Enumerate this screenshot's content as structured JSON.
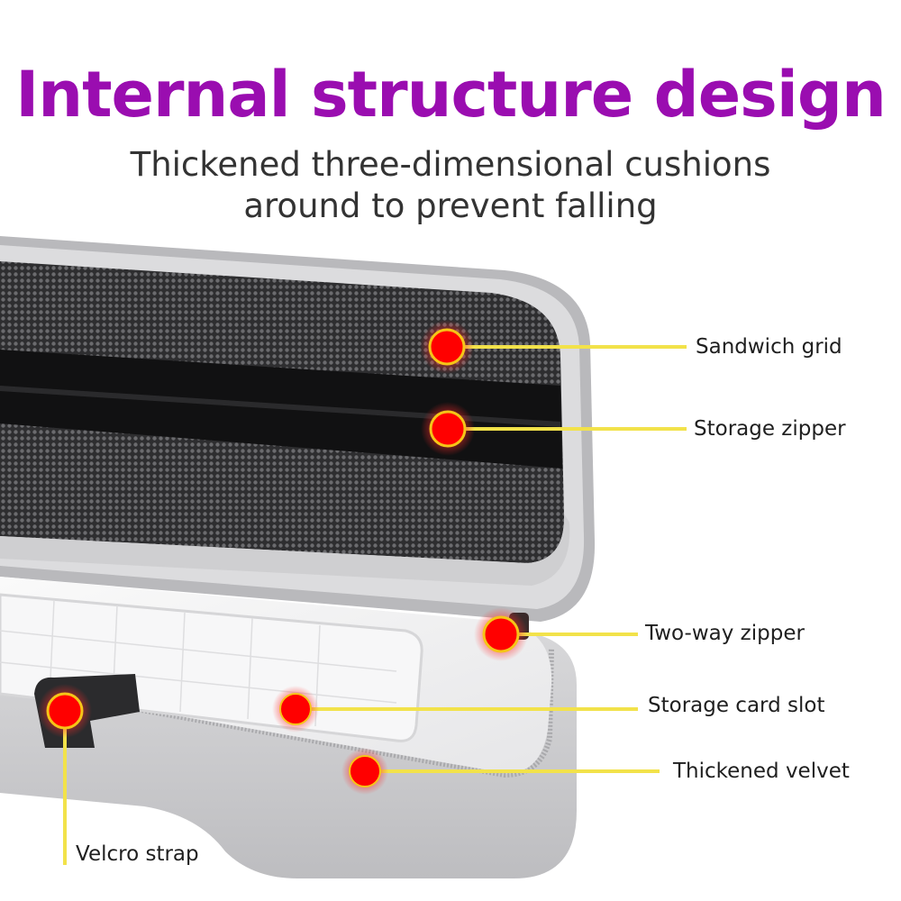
{
  "header": {
    "title": "Internal structure design",
    "subtitle_line1": "Thickened three-dimensional cushions",
    "subtitle_line2": "around to prevent falling"
  },
  "colors": {
    "title": "#9a0db0",
    "subtitle": "#333333",
    "callout_line": "#f2e24a",
    "callout_dot": "#ff0000",
    "callout_ring": "#f5c518",
    "case_shell": "#c9c9cb",
    "mesh": "#3b3b3d",
    "velvet": "#f4f4f6"
  },
  "callouts": [
    {
      "id": "sandwich-grid",
      "label": "Sandwich grid"
    },
    {
      "id": "storage-zipper",
      "label": "Storage zipper"
    },
    {
      "id": "two-way-zipper",
      "label": "Two-way zipper"
    },
    {
      "id": "storage-card-slot",
      "label": "Storage card slot"
    },
    {
      "id": "thickened-velvet",
      "label": "Thickened velvet"
    },
    {
      "id": "velcro-strap",
      "label": "Velcro strap"
    }
  ]
}
